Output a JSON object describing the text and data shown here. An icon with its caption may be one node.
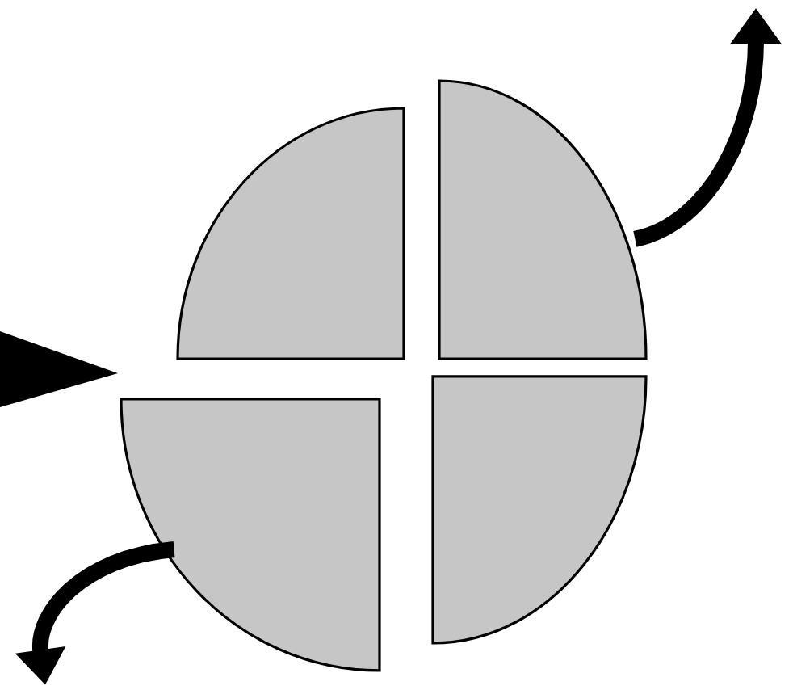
{
  "diagram": {
    "nodes": [
      {
        "text": [],
        "shape": "quadrant"
      },
      {
        "text": [],
        "shape": "quadrant"
      },
      {
        "text": [],
        "shape": "quadrant"
      },
      {
        "text": [],
        "shape": "quadrant"
      }
    ],
    "edges": [
      {
        "from": 1,
        "to": null,
        "arrow": "to"
      },
      {
        "from": 2,
        "to": null,
        "arrow": "to"
      }
    ]
  }
}
